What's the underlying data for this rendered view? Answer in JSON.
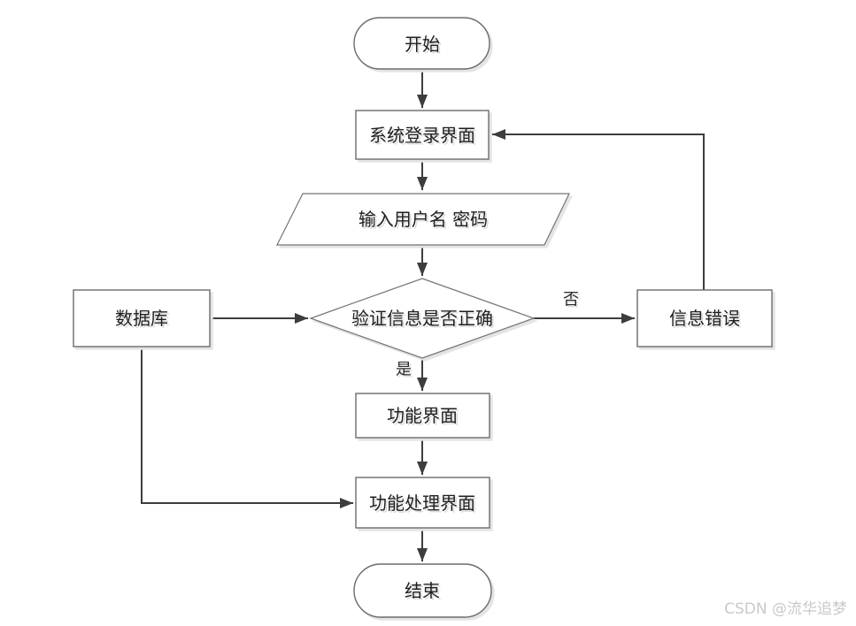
{
  "flowchart": {
    "title_semantic": "login-flow-diagram",
    "nodes": {
      "start": {
        "label": "开始",
        "shape": "terminator"
      },
      "login": {
        "label": "系统登录界面",
        "shape": "process"
      },
      "input": {
        "label": "输入用户名 密码",
        "shape": "io-parallelogram"
      },
      "verify": {
        "label": "验证信息是否正确",
        "shape": "decision-diamond"
      },
      "database": {
        "label": "数据库",
        "shape": "process"
      },
      "error": {
        "label": "信息错误",
        "shape": "process"
      },
      "func": {
        "label": "功能界面",
        "shape": "process"
      },
      "funcProcess": {
        "label": "功能处理界面",
        "shape": "process"
      },
      "end": {
        "label": "结束",
        "shape": "terminator"
      }
    },
    "edge_labels": {
      "yes": "是",
      "no": "否"
    },
    "colors": {
      "background": "#ffffff",
      "edge_line": "#3d3d3d",
      "node_border": "#6b6b6b",
      "node_fill": "#ffffff",
      "text": "#1f1f1f",
      "shadow": "#e4e4e4",
      "watermark": "#c9c9c9"
    }
  },
  "watermark": {
    "text": "CSDN @流华追梦"
  }
}
